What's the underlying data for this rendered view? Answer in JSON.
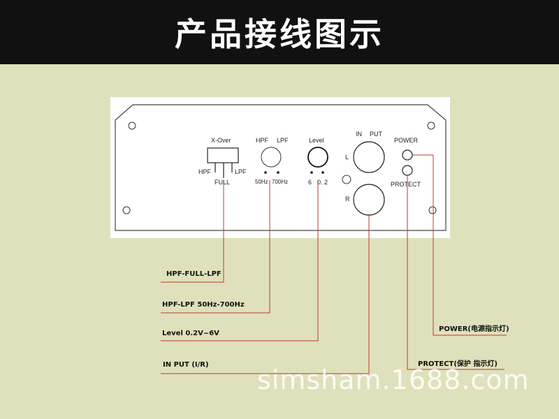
{
  "title": "产品接线图示",
  "panel": {
    "xover": {
      "heading": "X-Over",
      "left": "HPF",
      "right": "LPF",
      "bottom": "FULL"
    },
    "filter": {
      "left": "HPF",
      "right": "LPF",
      "low": "50Hz",
      "high": "700Hz"
    },
    "level": {
      "heading": "Level",
      "min": "6",
      "max": "0. 2"
    },
    "input": {
      "heading_in": "IN",
      "heading_put": "PUT",
      "left": "L",
      "right": "R"
    },
    "indicators": {
      "power": "POWER",
      "protect": "PROTECT"
    }
  },
  "callouts": {
    "xover": "HPF-FULL-LPF",
    "filter": "HPF-LPF  50Hz-700Hz",
    "level": "Level 0.2V~6V",
    "input": "IN PUT (I/R)",
    "power": "POWER(电源指示灯)",
    "protect": "PROTECT(保护 指示灯)"
  },
  "colors": {
    "banner": "#111111",
    "background": "#dfe1bc",
    "leader": "#c0392b"
  },
  "watermark": "simsham.1688.com"
}
